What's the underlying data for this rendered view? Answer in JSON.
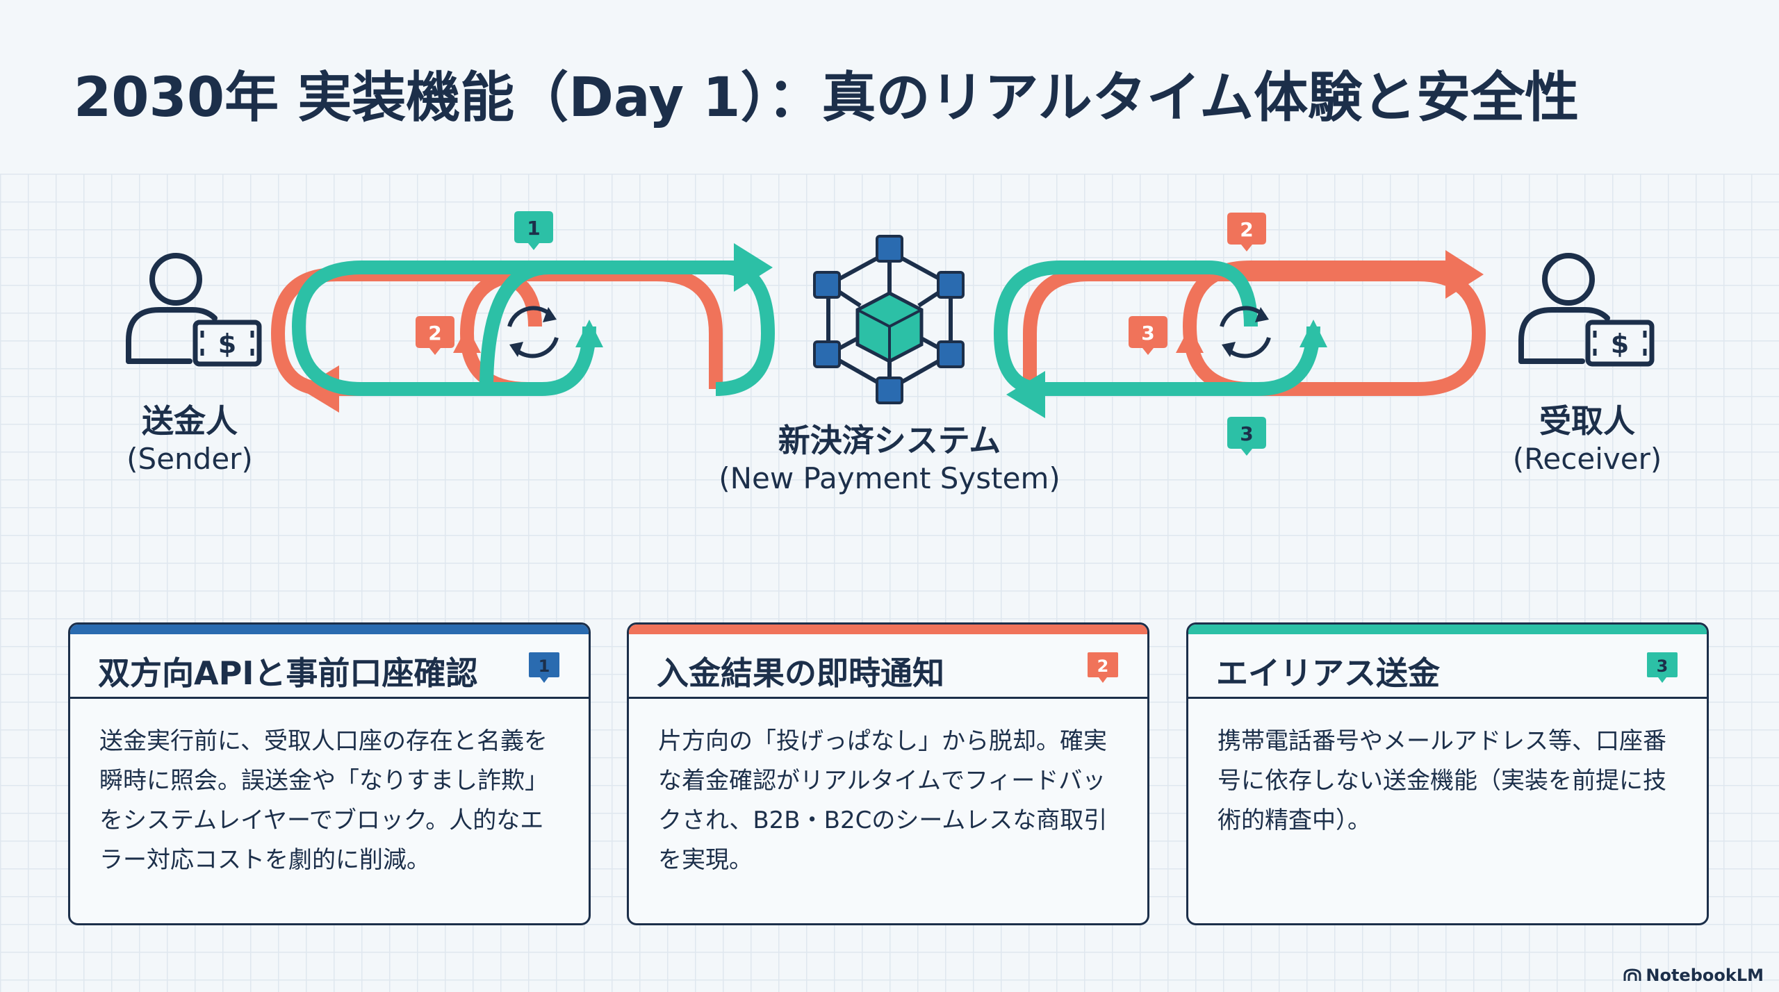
{
  "title": "2030年 実装機能（Day 1）：真のリアルタイム体験と安全性",
  "diagram": {
    "sender": {
      "label_jp": "送金人",
      "label_en": "(Sender)"
    },
    "receiver": {
      "label_jp": "受取人",
      "label_en": "(Receiver)"
    },
    "system": {
      "label_jp": "新決済システム",
      "label_en": "(New Payment System)"
    },
    "markers_left": [
      "1",
      "2"
    ],
    "markers_right": [
      "2",
      "3",
      "3"
    ]
  },
  "colors": {
    "navy": "#1c2f4a",
    "blue": "#2a6bb0",
    "coral": "#f0735a",
    "teal": "#2cc0a6"
  },
  "cards": [
    {
      "title": "双方向APIと事前口座確認",
      "badge": "1",
      "body": "送金実行前に、受取人口座の存在と名義を瞬時に照会。誤送金や「なりすまし詐欺」をシステムレイヤーでブロック。人的なエラー対応コストを劇的に削減。"
    },
    {
      "title": "入金結果の即時通知",
      "badge": "2",
      "body": "片方向の「投げっぱなし」から脱却。確実な着金確認がリアルタイムでフィードバックされ、B2B・B2Cのシームレスな商取引を実現。"
    },
    {
      "title": "エイリアス送金",
      "badge": "3",
      "body": "携帯電話番号やメールアドレス等、口座番号に依存しない送金機能（実装を前提に技術的精査中）。"
    }
  ],
  "footer": {
    "brand": "NotebookLM"
  }
}
